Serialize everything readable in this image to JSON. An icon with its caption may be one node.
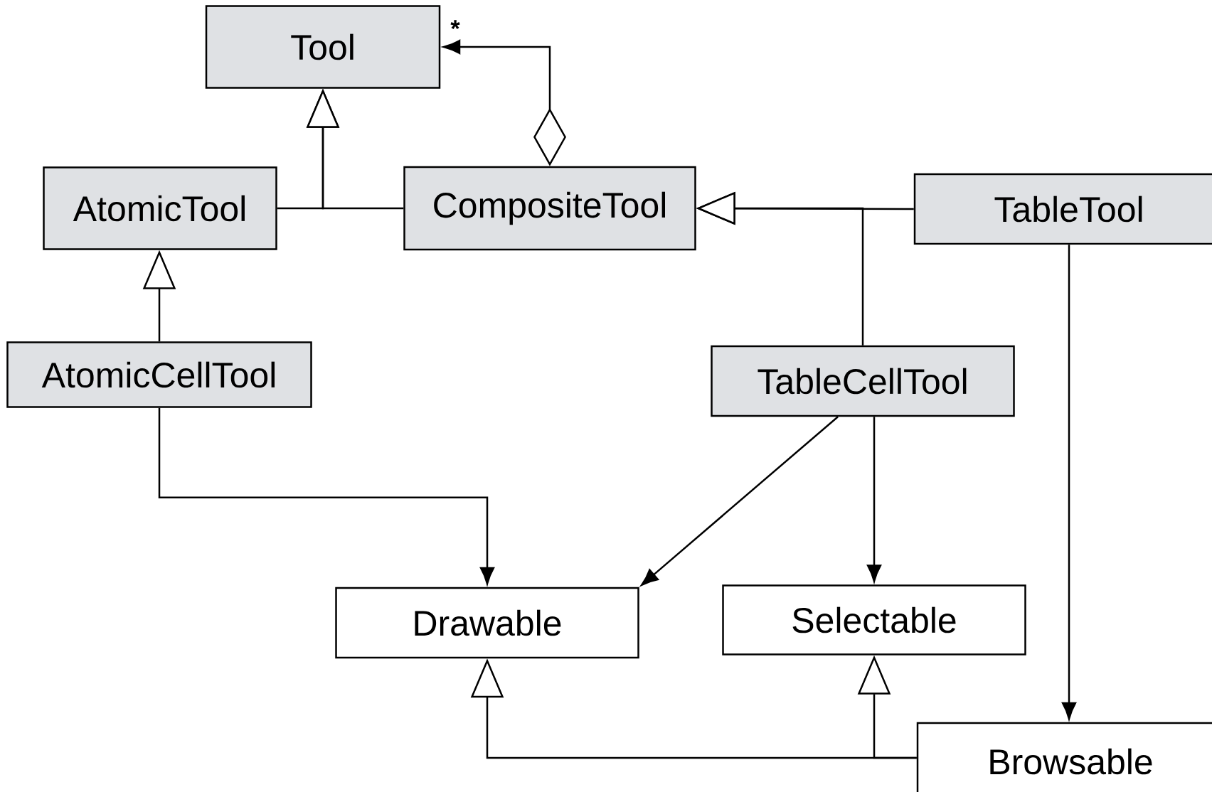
{
  "diagram": {
    "nodes": [
      {
        "text": [
          "Tool"
        ]
      },
      {
        "text": [
          "AtomicTool"
        ]
      },
      {
        "text": [
          "CompositeTool"
        ]
      },
      {
        "text": [
          "TableTool"
        ]
      },
      {
        "text": [
          "AtomicCellTool"
        ]
      },
      {
        "text": [
          "TableCellTool"
        ]
      },
      {
        "text": [
          "Drawable"
        ]
      },
      {
        "text": [
          "Selectable"
        ]
      },
      {
        "text": [
          "Browsable"
        ]
      }
    ],
    "edges": [
      {
        "from": 1,
        "to": 0,
        "arrow": "to"
      },
      {
        "from": 2,
        "to": 0,
        "arrow": "to"
      },
      {
        "from": 2,
        "to": 0,
        "arrow": "to",
        "label": "*"
      },
      {
        "from": 3,
        "to": 2,
        "arrow": "to"
      },
      {
        "from": 5,
        "to": 2,
        "arrow": "to"
      },
      {
        "from": 4,
        "to": 1,
        "arrow": "to"
      },
      {
        "from": 4,
        "to": 6,
        "arrow": "to"
      },
      {
        "from": 5,
        "to": 6,
        "arrow": "to"
      },
      {
        "from": 5,
        "to": 7,
        "arrow": "to"
      },
      {
        "from": 3,
        "to": 8,
        "arrow": "to"
      },
      {
        "from": 8,
        "to": 6,
        "arrow": "to"
      },
      {
        "from": 8,
        "to": 7,
        "arrow": "to"
      }
    ]
  }
}
